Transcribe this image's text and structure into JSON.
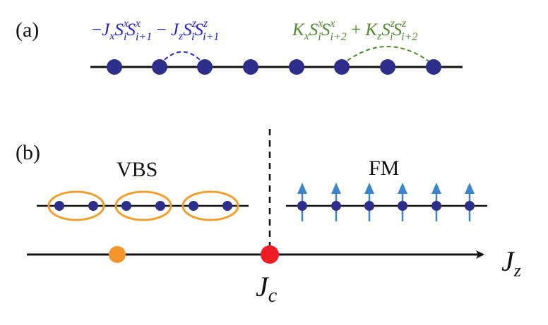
{
  "panel_a": {
    "label": "(a)",
    "term_nn": {
      "sign": "−",
      "J1": "J",
      "J1_sub": "x",
      "S1": "S",
      "S1_sup": "x",
      "S1_sub": "i",
      "S2": "S",
      "S2_sup": "x",
      "S2_sub": "i+1",
      "minus": " − ",
      "J2": "J",
      "J2_sub": "z",
      "S3": "S",
      "S3_sup": "z",
      "S3_sub": "i",
      "S4": "S",
      "S4_sup": "z",
      "S4_sub": "i+1",
      "color": "#2323cf"
    },
    "term_nnn": {
      "K1": "K",
      "K1_sub": "x",
      "S1": "S",
      "S1_sup": "x",
      "S1_sub": "i",
      "S2": "S",
      "S2_sup": "x",
      "S2_sub": "i+2",
      "plus": " + ",
      "K2": "K",
      "K2_sub": "z",
      "S3": "S",
      "S3_sup": "z",
      "S3_sub": "i",
      "S4": "S",
      "S4_sup": "z",
      "S4_sub": "i+2",
      "color": "#4e8a2e"
    },
    "site_count": 8,
    "site_color": "#2d2d8a"
  },
  "panel_b": {
    "label": "(b)",
    "left_phase": "VBS",
    "right_phase": "FM",
    "axis_label": "J",
    "axis_label_sub": "z",
    "critical_label": "J",
    "critical_label_sub": "c",
    "vbs_dimer_count": 3,
    "fm_spin_count": 6,
    "dimer_color": "#f0a030",
    "spin_color": "#3a86c8",
    "critical_point_color": "#ee1c25",
    "marker_color": "#f5962a"
  }
}
